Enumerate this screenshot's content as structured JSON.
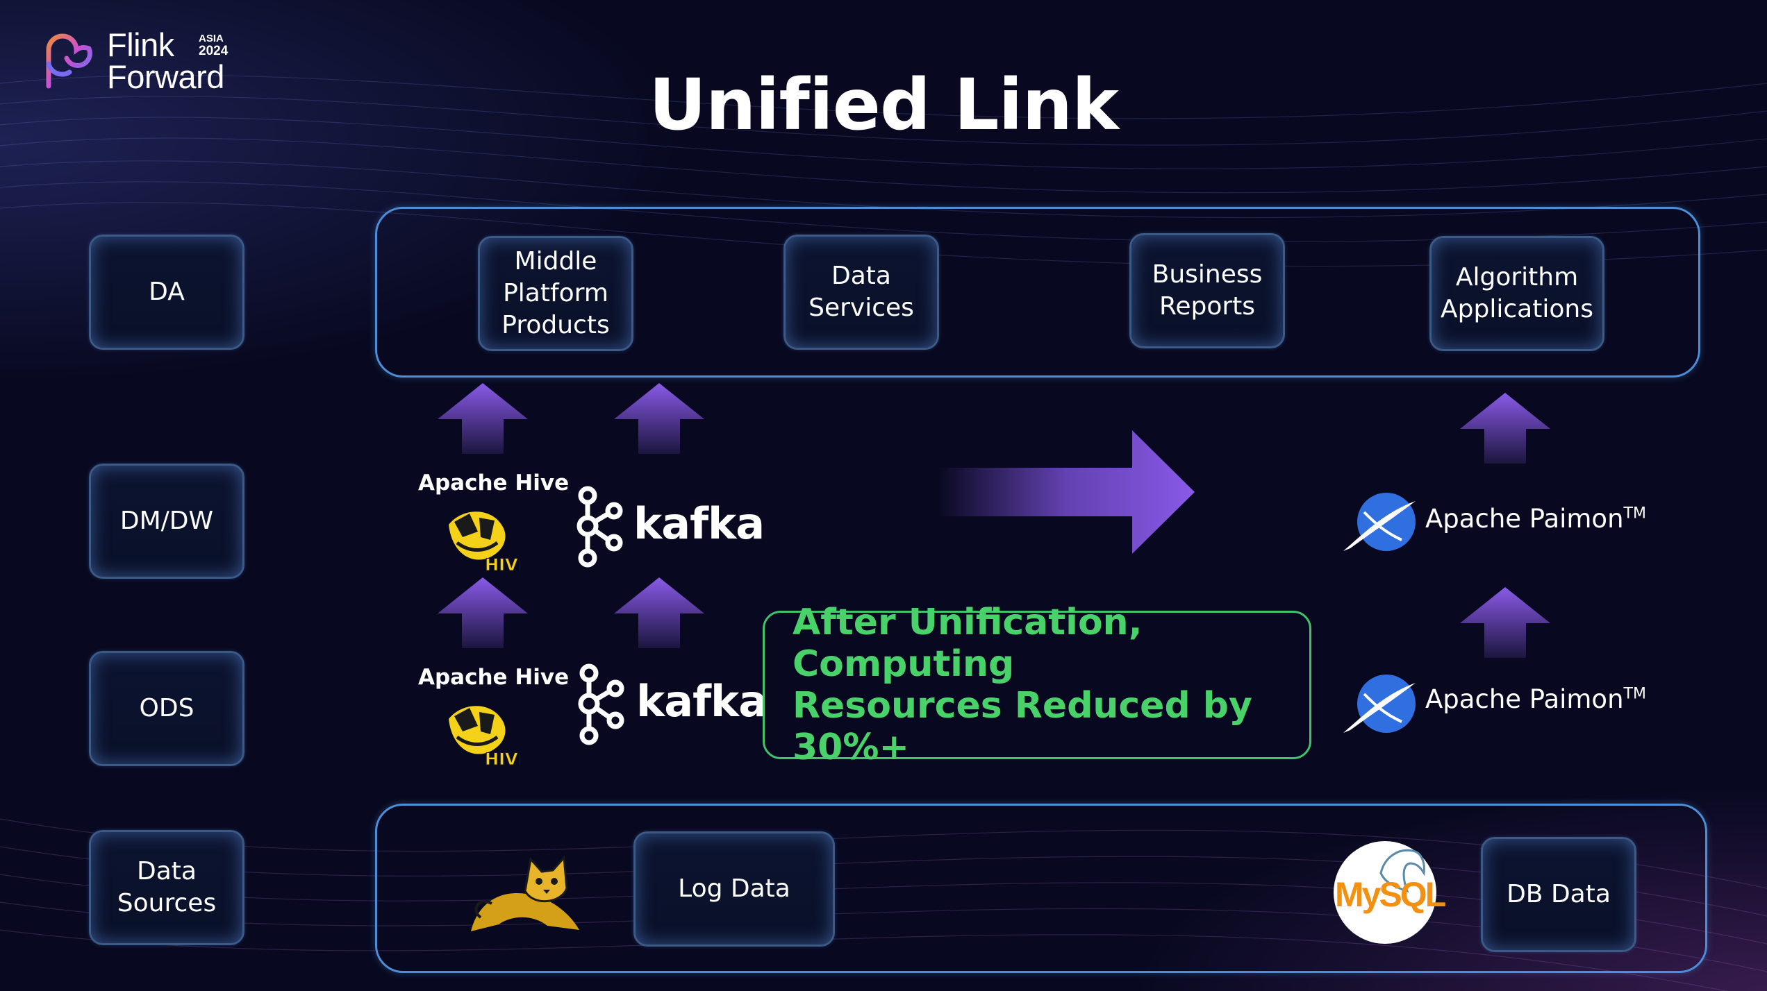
{
  "logo": {
    "line1": "Flink",
    "line2": "Forward",
    "badge_top": "ASIA",
    "badge_year": "2024"
  },
  "title": "Unified Link",
  "layers": [
    "DA",
    "DM/DW",
    "ODS",
    "Data\nSources"
  ],
  "top_row": [
    "Middle\nPlatform\nProducts",
    "Data\nServices",
    "Business\nReports",
    "Algorithm\nApplications"
  ],
  "tech": {
    "hive_label": "Apache Hive",
    "hive_logo_text": "HIVE",
    "kafka": "kafka",
    "paimon": "Apache Paimon",
    "tm": "TM"
  },
  "callout": {
    "line1": "After Unification, Computing",
    "line2": "Resources Reduced by 30%+"
  },
  "sources": {
    "log": "Log Data",
    "db": "DB Data",
    "mysql_logo": "MySQL"
  },
  "colors": {
    "frame": "#4d8ed8",
    "arrow": "#7a4fd6",
    "callout": "#3fc46b",
    "background": "#0a0b24"
  },
  "icons": [
    "hive-bee-icon",
    "kafka-icon",
    "paimon-icon",
    "tomcat-icon",
    "mysql-dolphin-icon"
  ]
}
